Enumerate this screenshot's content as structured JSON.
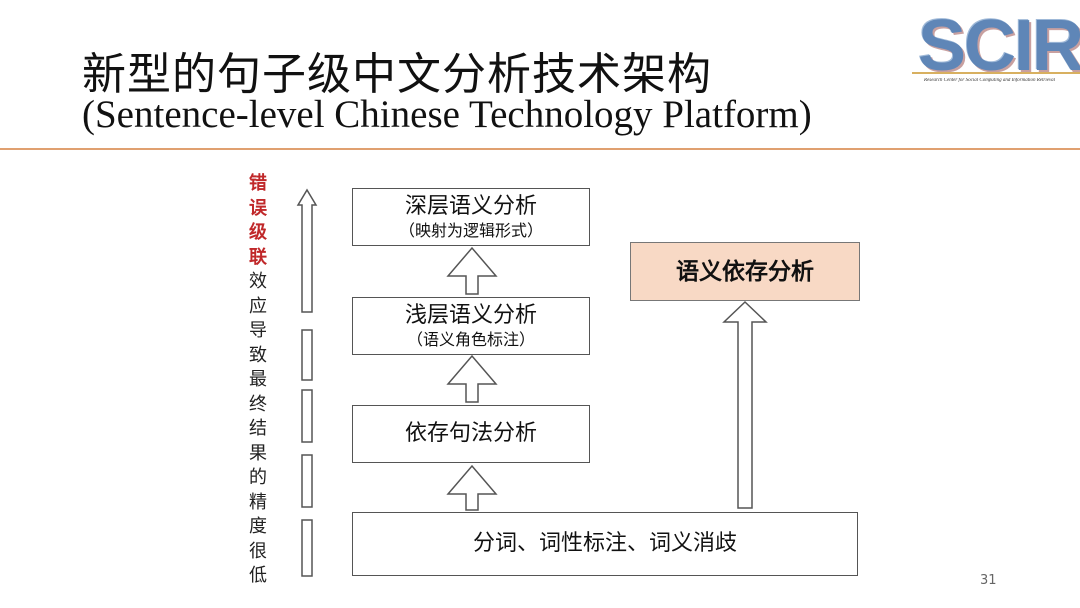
{
  "slide": {
    "title_cn": "新型的句子级中文分析技术架构",
    "title_en": "(Sentence-level Chinese Technology Platform)",
    "page_number": "31"
  },
  "logo": {
    "text": "SCIR",
    "subtitle": "Research Center for Social Computing and Information Retrieval"
  },
  "side_note": {
    "highlight_chars": [
      "错",
      "误",
      "级",
      "联"
    ],
    "rest_chars": [
      "效",
      "应",
      "导",
      "致",
      "最",
      "终",
      "结",
      "果",
      "的",
      "精",
      "度",
      "很",
      "低"
    ]
  },
  "pipeline": {
    "deep": {
      "label": "深层语义分析",
      "sub": "（映射为逻辑形式）"
    },
    "shallow": {
      "label": "浅层语义分析",
      "sub": "（语义角色标注）"
    },
    "dependency": {
      "label": "依存句法分析"
    },
    "base": {
      "label": "分词、词性标注、词义消歧"
    },
    "semantic_dependency": {
      "label": "语义依存分析"
    }
  },
  "colors": {
    "highlight_box": "#f8d9c5",
    "error_text": "#c0282a",
    "title_rule": "#e0a070"
  }
}
